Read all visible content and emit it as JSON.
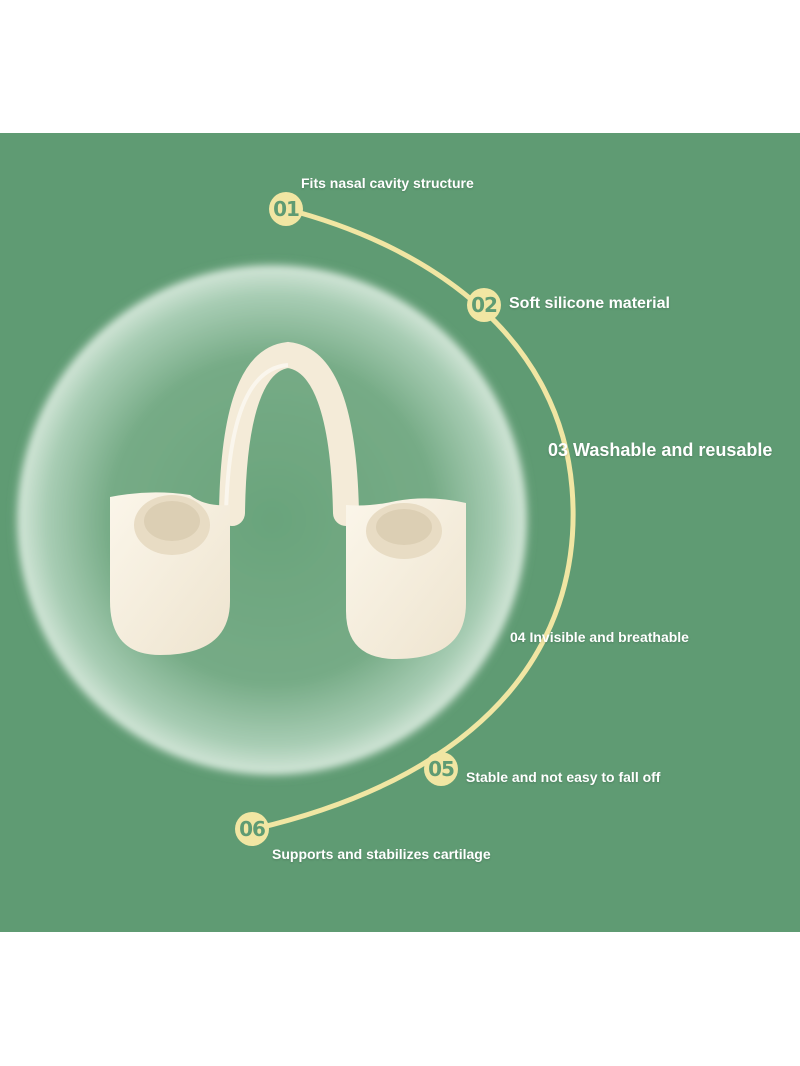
{
  "colors": {
    "background": "#5f9b73",
    "arc": "#f1e6a3",
    "product": "#f6efe0",
    "text": "#ffffff"
  },
  "features": [
    {
      "number": "01",
      "label": "Fits nasal cavity structure"
    },
    {
      "number": "02",
      "label": "Soft silicone material"
    },
    {
      "number": "03",
      "label": "03 Washable and reusable"
    },
    {
      "number": "04",
      "label": "04 Invisible and breathable"
    },
    {
      "number": "05",
      "label": "Stable and not easy to fall off"
    },
    {
      "number": "06",
      "label": "Supports and stabilizes cartilage"
    }
  ]
}
